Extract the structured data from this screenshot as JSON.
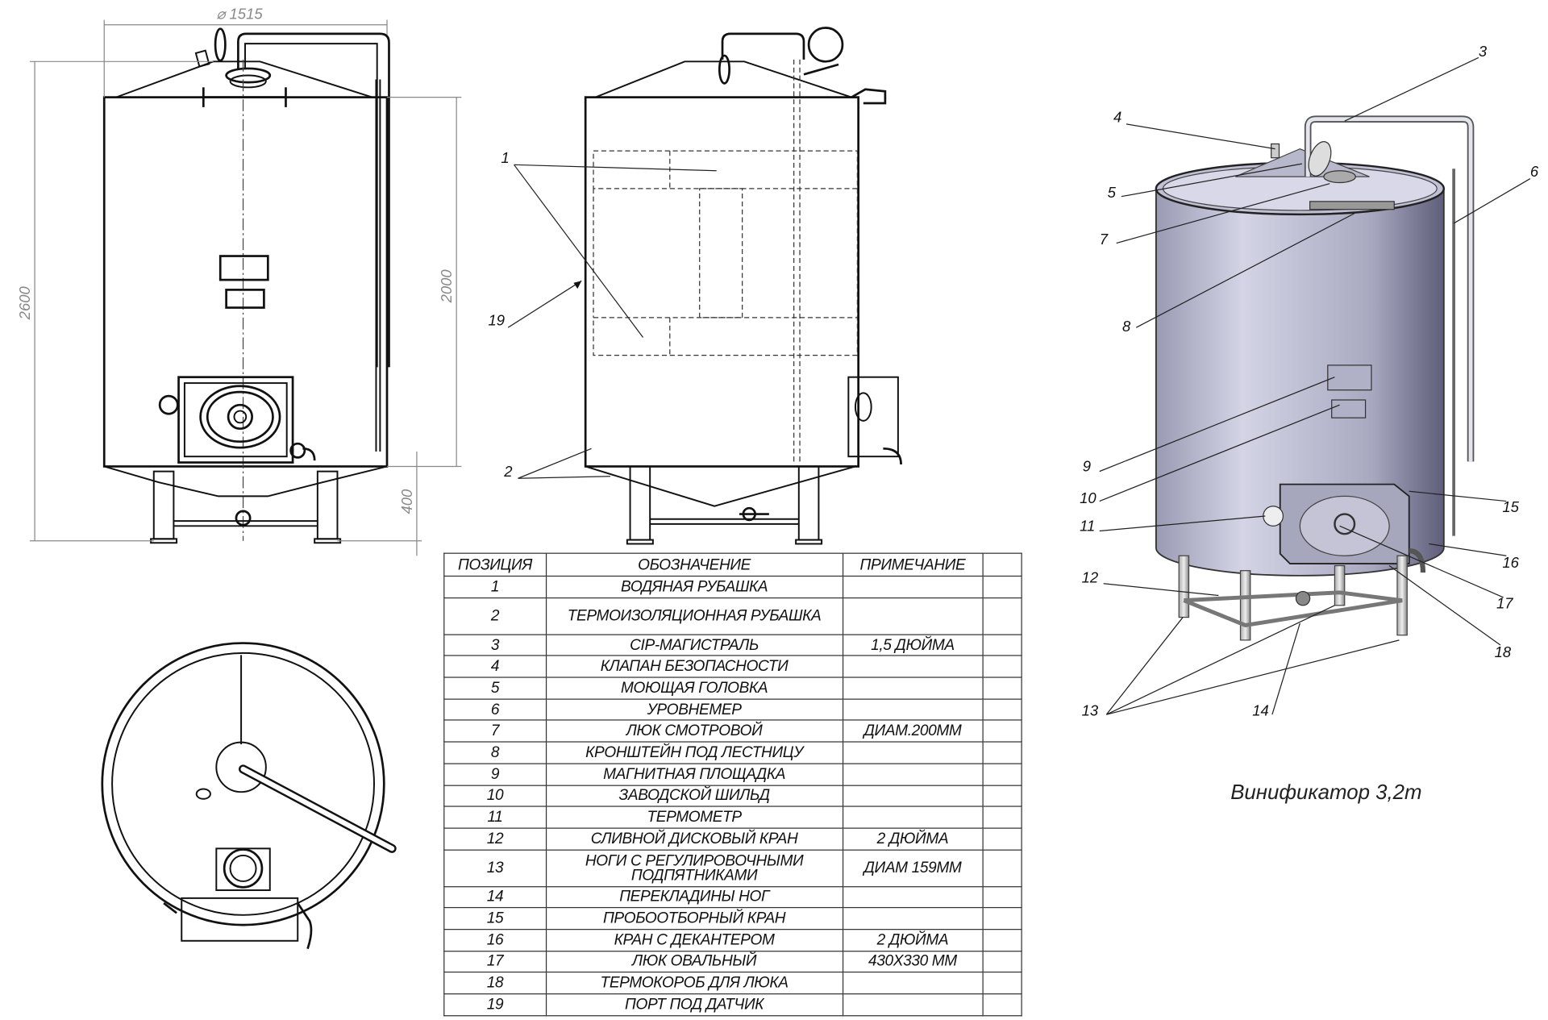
{
  "title": "Винификатор 3,2т",
  "dimensions": {
    "diameter": "⌀ 1515",
    "total_height": "2600",
    "body_height": "2000",
    "leg_height": "400"
  },
  "callouts_side": [
    "1",
    "19",
    "2"
  ],
  "callouts_3d": [
    "3",
    "4",
    "5",
    "6",
    "7",
    "8",
    "9",
    "10",
    "11",
    "12",
    "13",
    "14",
    "15",
    "16",
    "17",
    "18"
  ],
  "table": {
    "headers": [
      "ПОЗИЦИЯ",
      "ОБОЗНАЧЕНИЕ",
      "ПРИМЕЧАНИЕ",
      ""
    ],
    "rows": [
      {
        "pos": "1",
        "name": "ВОДЯНАЯ РУБАШКА",
        "note": ""
      },
      {
        "pos": "2",
        "name": "ТЕРМОИЗОЛЯЦИОННАЯ РУБАШКА",
        "note": ""
      },
      {
        "pos": "3",
        "name": "CIP-МАГИСТРАЛЬ",
        "note": "1,5 ДЮЙМА"
      },
      {
        "pos": "4",
        "name": "КЛАПАН БЕЗОПАСНОСТИ",
        "note": ""
      },
      {
        "pos": "5",
        "name": "МОЮЩАЯ ГОЛОВКА",
        "note": ""
      },
      {
        "pos": "6",
        "name": "УРОВНЕМЕР",
        "note": ""
      },
      {
        "pos": "7",
        "name": "ЛЮК СМОТРОВОЙ",
        "note": "ДИАМ.200ММ"
      },
      {
        "pos": "8",
        "name": "КРОНШТЕЙН ПОД ЛЕСТНИЦУ",
        "note": ""
      },
      {
        "pos": "9",
        "name": "МАГНИТНАЯ ПЛОЩАДКА",
        "note": ""
      },
      {
        "pos": "10",
        "name": "ЗАВОДСКОЙ ШИЛЬД",
        "note": ""
      },
      {
        "pos": "11",
        "name": "ТЕРМОМЕТР",
        "note": ""
      },
      {
        "pos": "12",
        "name": "СЛИВНОЙ ДИСКОВЫЙ КРАН",
        "note": "2 ДЮЙМА"
      },
      {
        "pos": "13",
        "name": "НОГИ С РЕГУЛИРОВОЧНЫМИ ПОДПЯТНИКАМИ",
        "note": "ДИАМ 159ММ"
      },
      {
        "pos": "14",
        "name": "ПЕРЕКЛАДИНЫ НОГ",
        "note": ""
      },
      {
        "pos": "15",
        "name": "ПРОБООТБОРНЫЙ КРАН",
        "note": ""
      },
      {
        "pos": "16",
        "name": "КРАН С ДЕКАНТЕРОМ",
        "note": "2 ДЮЙМА"
      },
      {
        "pos": "17",
        "name": "ЛЮК  ОВАЛЬНЫЙ",
        "note": "430Х330 ММ"
      },
      {
        "pos": "18",
        "name": "ТЕРМОКОРОБ ДЛЯ ЛЮКА",
        "note": ""
      },
      {
        "pos": "19",
        "name": "ПОРТ ПОД ДАТЧИК",
        "note": ""
      }
    ]
  },
  "colors": {
    "tank_light": "#d4d4e6",
    "tank_dark": "#6e6e8c",
    "line": "#111111",
    "dimension": "#888888"
  }
}
